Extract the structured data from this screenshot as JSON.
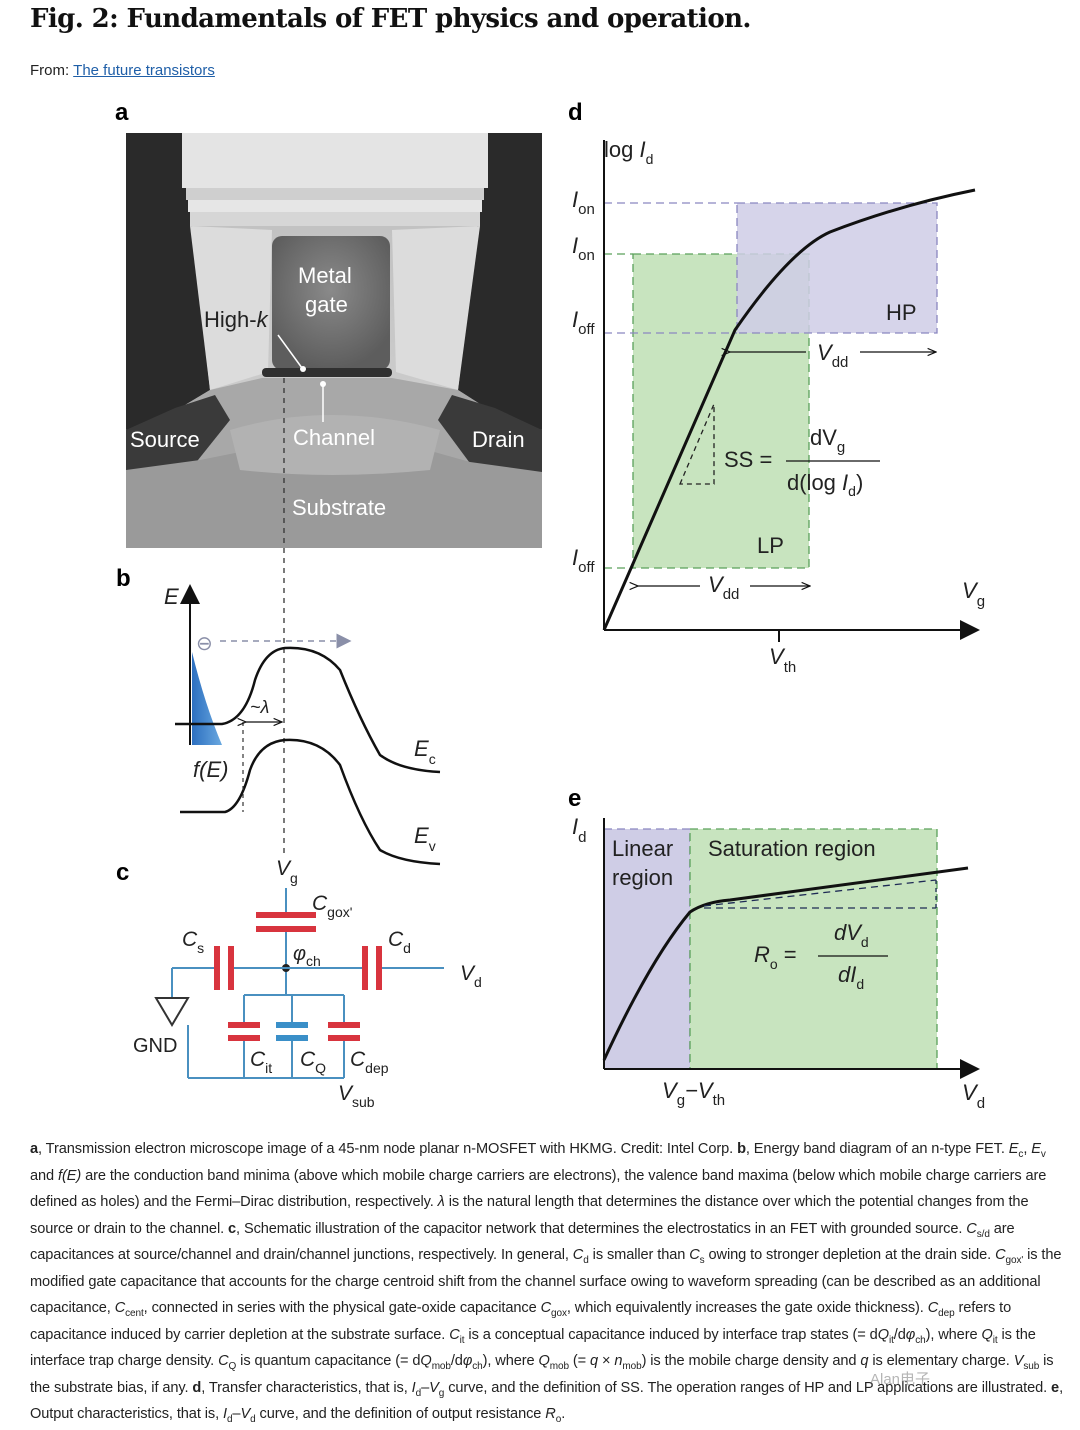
{
  "header": {
    "title": "Fig. 2: Fundamentals of FET physics and operation.",
    "from_label": "From:",
    "from_link": "The future transistors"
  },
  "panels": {
    "a": {
      "letter": "a",
      "metal_gate_1": "Metal",
      "metal_gate_2": "gate",
      "high_k": "High-",
      "high_k_k": "k",
      "source": "Source",
      "channel": "Channel",
      "drain": "Drain",
      "substrate": "Substrate"
    },
    "b": {
      "letter": "b",
      "e_axis": "E",
      "electron": "⊖",
      "lambda": "~λ",
      "fe": "f(E)",
      "ec": "E",
      "ec_sub": "c",
      "ev": "E",
      "ev_sub": "v"
    },
    "c": {
      "letter": "c",
      "vg": "V",
      "vg_sub": "g",
      "cgox": "C",
      "cgox_sub": "gox'",
      "phich": "φ",
      "phich_sub": "ch",
      "cs": "C",
      "cs_sub": "s",
      "cd": "C",
      "cd_sub": "d",
      "vd": "V",
      "vd_sub": "d",
      "gnd": "GND",
      "cit": "C",
      "cit_sub": "it",
      "cq": "C",
      "cq_sub": "Q",
      "cdep": "C",
      "cdep_sub": "dep",
      "vsub": "V",
      "vsub_sub": "sub"
    },
    "d": {
      "letter": "d",
      "ylabel": "log ",
      "ylabel_i": "I",
      "ylabel_sub": "d",
      "ion": "I",
      "ion_sub": "on",
      "ioff": "I",
      "ioff_sub": "off",
      "hp": "HP",
      "lp": "LP",
      "vdd": "V",
      "vdd_sub": "dd",
      "ss": "SS =",
      "dvg": "dV",
      "dvg_sub": "g",
      "dlog": "d(log ",
      "dlog_i": "I",
      "dlog_sub": "d",
      "dlog_end": ")",
      "vg": "V",
      "vg_sub": "g",
      "vth": "V",
      "vth_sub": "th"
    },
    "e": {
      "letter": "e",
      "ylabel": "I",
      "ylabel_sub": "d",
      "linear_1": "Linear",
      "linear_2": "region",
      "saturation": "Saturation region",
      "ro": "R",
      "ro_sub": "o",
      "ro_eq": "=",
      "dvd": "dV",
      "dvd_sub": "d",
      "did": "dI",
      "did_sub": "d",
      "vgvth": "V",
      "vgvth_sub1": "g",
      "vgvth_dash": "−V",
      "vgvth_sub2": "th",
      "vd": "V",
      "vd_sub": "d"
    }
  },
  "colors": {
    "hp_fill": "#cfcde6",
    "lp_fill": "#c8e4bf",
    "capacitor_red": "#d8343e",
    "capacitor_blue": "#3a8fc8",
    "wire_blue": "#4a90c0",
    "link_blue": "#1f5fa8"
  },
  "caption": {
    "a_letter": "a",
    "a_text": ", Transmission electron microscope image of a 45-nm node planar n-MOSFET with HKMG. Credit: Intel Corp. ",
    "b_letter": "b",
    "b_text": ", Energy band diagram of an n-type FET. ",
    "b_ec": "E",
    "b_ec_sub": "c",
    "b_comma1": ", ",
    "b_ev": "E",
    "b_ev_sub": "v",
    "b_and": " and ",
    "b_fe": "f(E)",
    "b_text2": " are the conduction band minima (above which mobile charge carriers are electrons), the valence band maxima (below which mobile charge carriers are defined as holes) and the Fermi–Dirac distribution, respectively. ",
    "b_lambda": "λ",
    "b_text3": " is the natural length that determines the distance over which the potential changes from the source or drain to the channel. ",
    "c_letter": "c",
    "c_text": ", Schematic illustration of the capacitor network that determines the electrostatics in an FET with grounded source. ",
    "c_csd": "C",
    "c_csd_sub": "s/d",
    "c_text2": " are capacitances at source/channel and drain/channel junctions, respectively. In general, ",
    "c_cd": "C",
    "c_cd_sub": "d",
    "c_text3": " is smaller than ",
    "c_cs": "C",
    "c_cs_sub": "s",
    "c_text4": " owing to stronger depletion at the drain side. ",
    "c_cgox1": "C",
    "c_cgox1_sub": "gox'",
    "c_text5": " is the modified gate capacitance that accounts for the charge centroid shift from the channel surface owing to waveform spreading (can be described as an additional capacitance, ",
    "c_ccent": "C",
    "c_ccent_sub": "cent",
    "c_text6": ", connected in series with the physical gate-oxide capacitance ",
    "c_cgox": "C",
    "c_cgox_sub": "gox",
    "c_text7": ", which equivalently increases the gate oxide thickness). ",
    "c_cdep": "C",
    "c_cdep_sub": "dep",
    "c_text8": " refers to capacitance induced by carrier depletion at the substrate surface. ",
    "c_cit": "C",
    "c_cit_sub": "it",
    "c_text9": " is a conceptual capacitance induced by interface trap states (= d",
    "c_qit": "Q",
    "c_qit_sub": "it",
    "c_text10": "/d",
    "c_phi": "φ",
    "c_phi_sub": "ch",
    "c_text11": "), where ",
    "c_qit2": "Q",
    "c_qit2_sub": "it",
    "c_text12": " is the interface trap charge density. ",
    "c_cq": "C",
    "c_cq_sub": "Q",
    "c_text13": " is quantum capacitance (= d",
    "c_qmob": "Q",
    "c_qmob_sub": "mob",
    "c_text14": "/d",
    "c_phi2": "φ",
    "c_phi2_sub": "ch",
    "c_text15": "), where ",
    "c_qmob2": "Q",
    "c_qmob2_sub": "mob",
    "c_text16": " (= ",
    "c_q": "q",
    "c_times": " × ",
    "c_nmob": "n",
    "c_nmob_sub": "mob",
    "c_text17": ") is the mobile charge density and ",
    "c_q2": "q",
    "c_text18": " is elementary charge. ",
    "c_vsub": "V",
    "c_vsub_sub": "sub",
    "c_text19": " is the substrate bias, if any. ",
    "d_letter": "d",
    "d_text": ", Transfer characteristics, that is, ",
    "d_id": "I",
    "d_id_sub": "d",
    "d_dash": "–",
    "d_vg": "V",
    "d_vg_sub": "g",
    "d_text2": " curve, and the definition of SS. The operation ranges of HP and LP applications are illustrated. ",
    "e_letter": "e",
    "e_text": ", Output characteristics, that is, ",
    "e_id": "I",
    "e_id_sub": "d",
    "e_dash": "–",
    "e_vd": "V",
    "e_vd_sub": "d",
    "e_text2": " curve, and the definition of output resistance ",
    "e_ro": "R",
    "e_ro_sub": "o",
    "e_end": "."
  },
  "watermark": "Alan电子"
}
